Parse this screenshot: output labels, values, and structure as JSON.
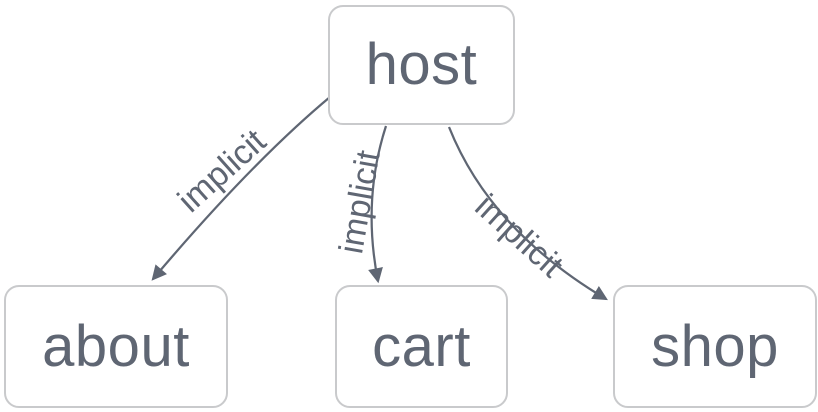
{
  "diagram": {
    "type": "graph",
    "colors": {
      "background": "#ffffff",
      "node_fill": "#ffffff",
      "node_border": "#c9cacc",
      "text": "#5f6673",
      "edge": "#5f6673"
    },
    "nodes": [
      {
        "id": "host",
        "label": "host"
      },
      {
        "id": "about",
        "label": "about"
      },
      {
        "id": "cart",
        "label": "cart"
      },
      {
        "id": "shop",
        "label": "shop"
      }
    ],
    "edges": [
      {
        "from": "host",
        "to": "about",
        "label": "implicit"
      },
      {
        "from": "host",
        "to": "cart",
        "label": "implicit"
      },
      {
        "from": "host",
        "to": "shop",
        "label": "implicit"
      }
    ]
  }
}
